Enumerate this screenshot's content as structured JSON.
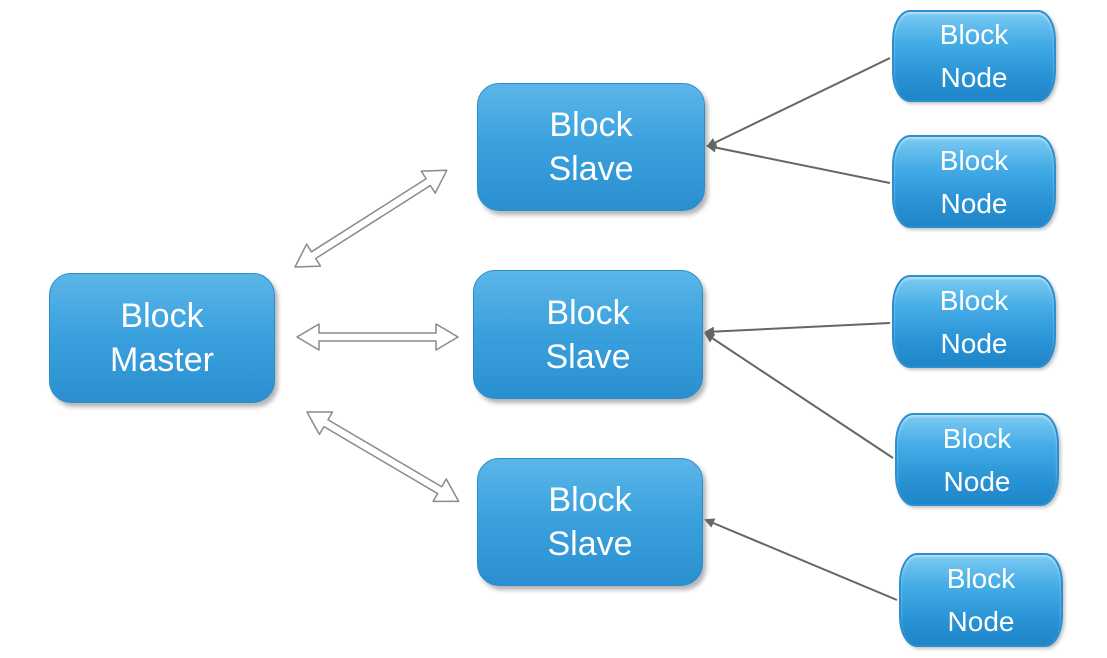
{
  "master": {
    "label": "Block\nMaster"
  },
  "slaves": [
    {
      "label": "Block\nSlave"
    },
    {
      "label": "Block\nSlave"
    },
    {
      "label": "Block\nSlave"
    }
  ],
  "nodes": [
    {
      "label": "Block\nNode"
    },
    {
      "label": "Block\nNode"
    },
    {
      "label": "Block\nNode"
    },
    {
      "label": "Block\nNode"
    },
    {
      "label": "Block\nNode"
    }
  ],
  "colors": {
    "box_fill": "#3ca2de",
    "box_border": "#2f8ccc",
    "text": "#ffffff",
    "connector": "#666666",
    "double_arrow_outline": "#8a8a8a"
  }
}
